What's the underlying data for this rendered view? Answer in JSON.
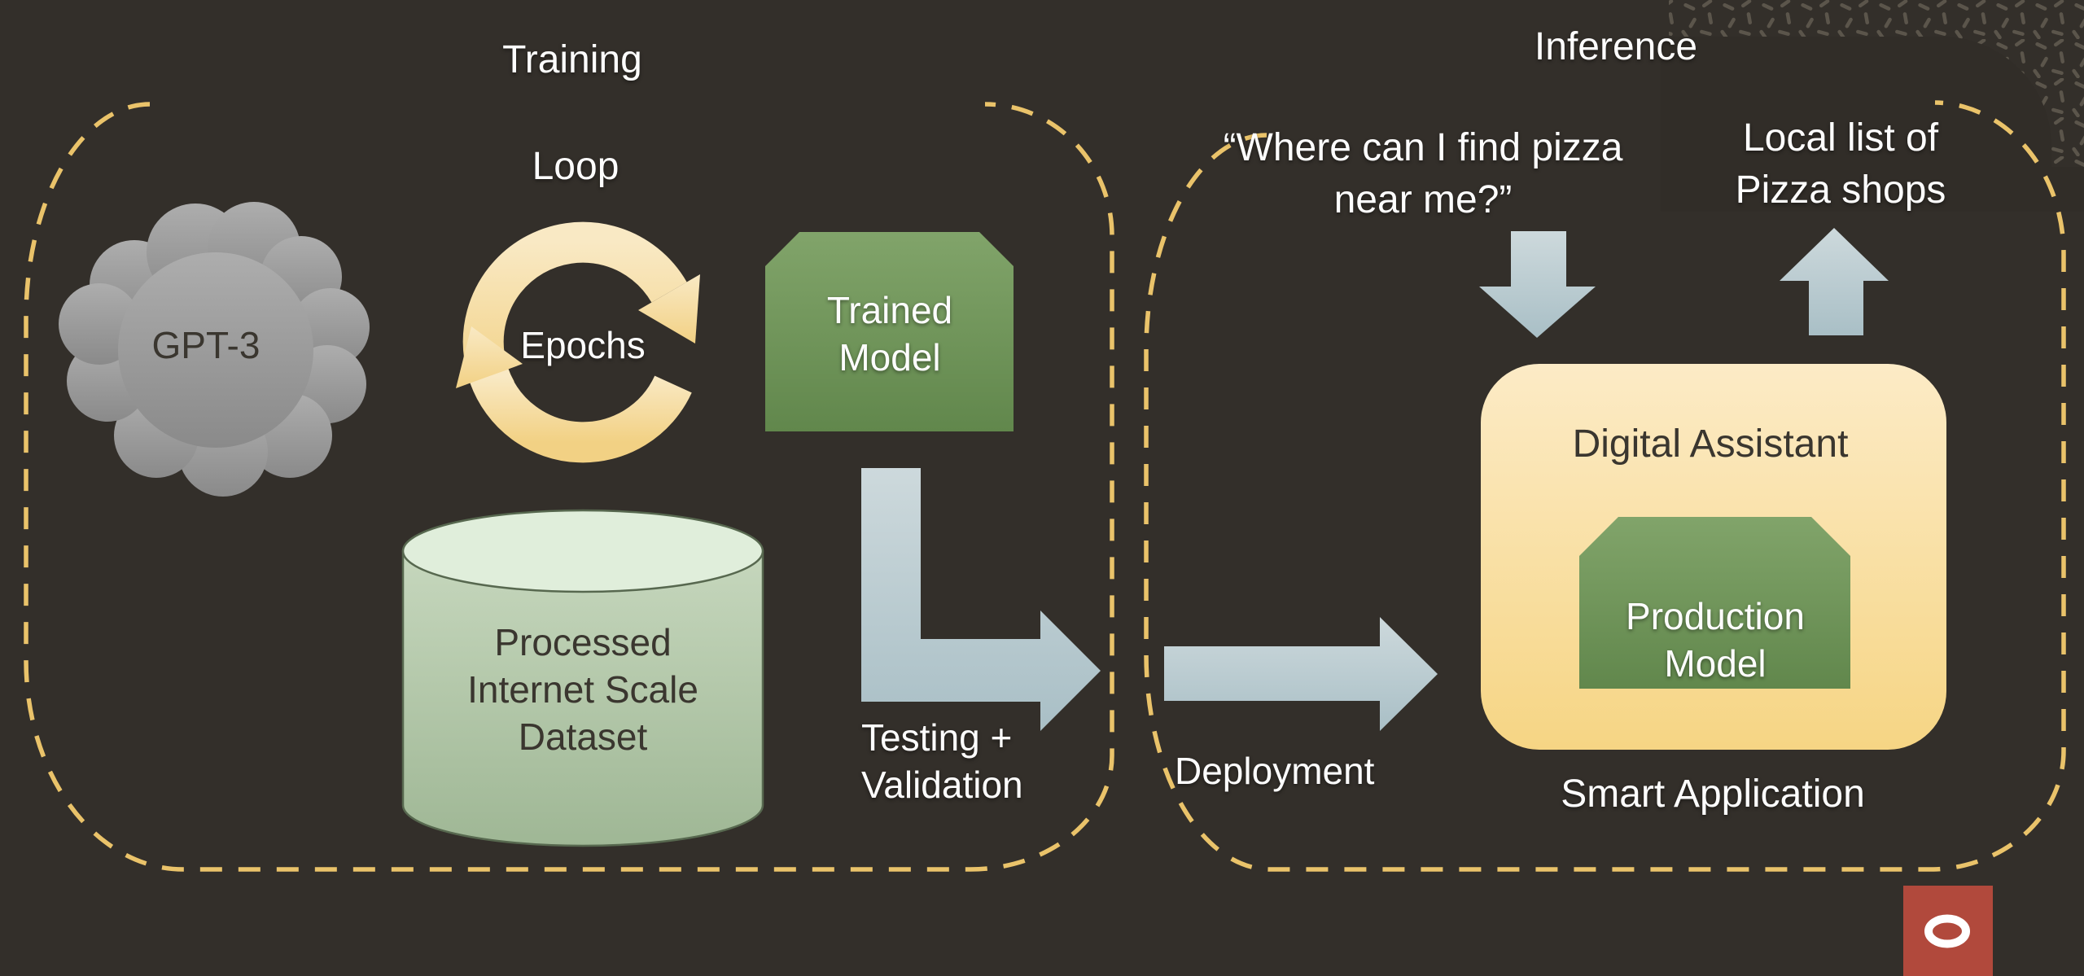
{
  "slide": {
    "background_color": "#332f2a",
    "dashed_border_color": "#eac36a",
    "training_section": {
      "title_line1": "Training",
      "title_line2": "Loop",
      "cloud_label": "GPT-3",
      "loop_icon_label": "Epochs",
      "trained_model": {
        "line1": "Trained",
        "line2": "Model"
      },
      "dataset_cylinder": {
        "line1": "Processed",
        "line2": "Internet Scale",
        "line3": "Dataset"
      },
      "testing_arrow_label": {
        "line1": "Testing +",
        "line2": "Validation"
      }
    },
    "inference_section": {
      "title": "Inference",
      "user_query": {
        "line1": "“Where can I find pizza",
        "line2": "near me?”"
      },
      "result_label": {
        "line1": "Local list of",
        "line2": "Pizza shops"
      },
      "deployment_label": "Deployment",
      "digital_assistant_label": "Digital Assistant",
      "production_model": {
        "line1": "Production",
        "line2": "Model"
      },
      "smart_application_label": "Smart Application"
    },
    "branding": {
      "logo_icon": "oracle-icon",
      "logo_background": "#b1493c",
      "logo_ring_color": "#ffffff"
    },
    "palette": {
      "cloud_gray": "#9b9b9b",
      "loop_cream": "#f5dca3",
      "model_green": "#71965b",
      "cylinder_green": "#b4c9ab",
      "arrow_bluegray": "#bccdd2",
      "assistant_box_yellow": "#f9e0a5"
    }
  }
}
